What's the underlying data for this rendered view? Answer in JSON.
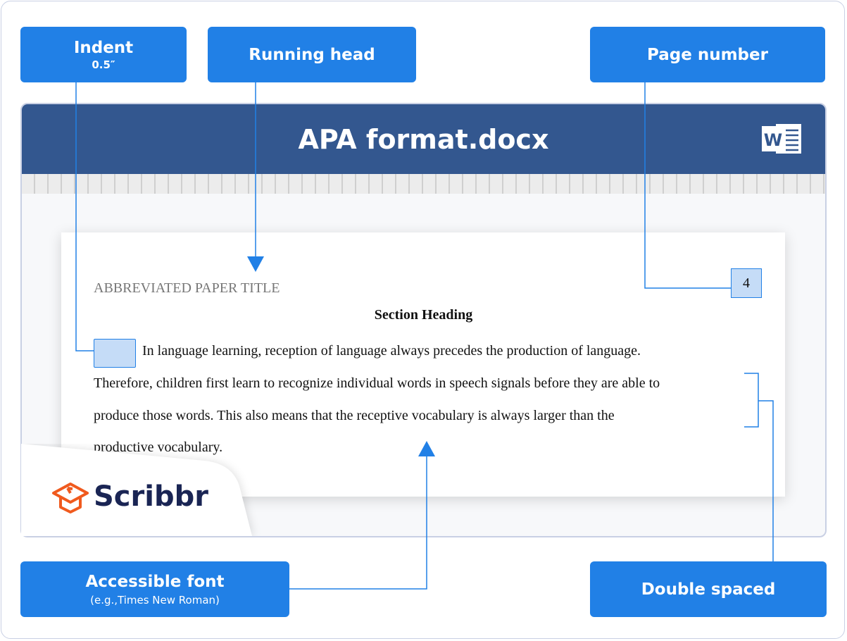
{
  "labels": {
    "indent": {
      "title": "Indent",
      "sub": "0.5″"
    },
    "running_head": {
      "title": "Running head"
    },
    "page_number": {
      "title": "Page number"
    },
    "accessible_font": {
      "title": "Accessible font",
      "sub": "(e.g.,Times New Roman)"
    },
    "double_spaced": {
      "title": "Double spaced"
    }
  },
  "window": {
    "title": "APA format.docx",
    "app_icon": "word-icon"
  },
  "document": {
    "running_head": "ABBREVIATED PAPER TITLE",
    "page_number": "4",
    "section_heading": "Section Heading",
    "lines": [
      "In language learning, reception of language always precedes the production of language.",
      "Therefore, children first learn to recognize individual words in speech signals before they are able to",
      "produce those words. This also means that the receptive vocabulary is always larger than the",
      "productive vocabulary."
    ]
  },
  "brand": {
    "name": "Scribbr",
    "logo_color": "#f05a1e",
    "text_color": "#1a2554"
  },
  "colors": {
    "accent": "#2180e6",
    "header": "#33578f",
    "highlight": "#c5dcf7"
  }
}
